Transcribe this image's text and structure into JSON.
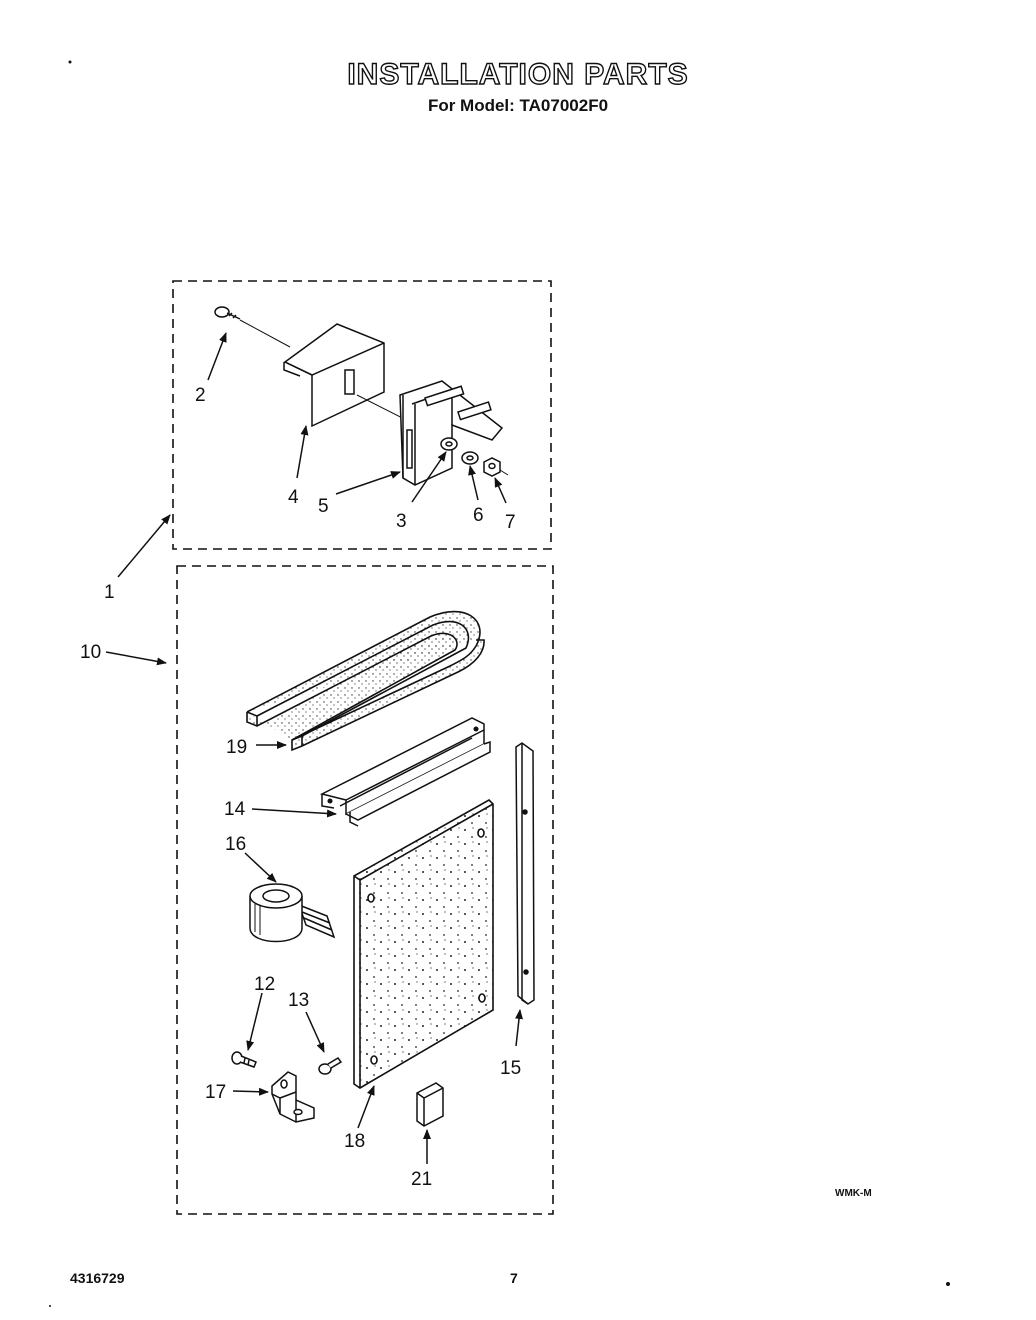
{
  "header": {
    "title": "INSTALLATION PARTS",
    "subtitle": "For Model: TA07002F0"
  },
  "callouts": {
    "c1": "1",
    "c2": "2",
    "c3": "3",
    "c4": "4",
    "c5": "5",
    "c6": "6",
    "c7": "7",
    "c10": "10",
    "c12": "12",
    "c13": "13",
    "c14": "14",
    "c15": "15",
    "c16": "16",
    "c17": "17",
    "c18": "18",
    "c19": "19",
    "c21": "21"
  },
  "footer": {
    "doc_number": "4316729",
    "page_number": "7",
    "code": "WMK-M"
  }
}
